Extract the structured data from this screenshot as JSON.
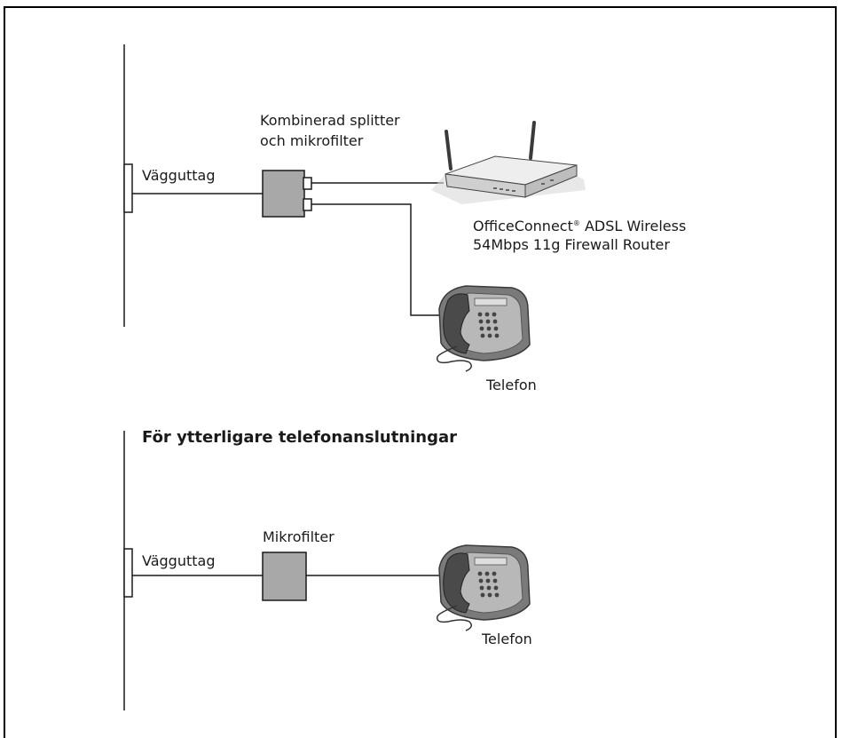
{
  "top_section": {
    "wall_outlet_label": "Vägguttag",
    "splitter_label_line1": "Kombinerad splitter",
    "splitter_label_line2": "och mikrofilter",
    "router_label_line1_brand": "OfficeConnect",
    "router_label_line1_mark": "®",
    "router_label_line1_rest": " ADSL Wireless",
    "router_label_line2": "54Mbps 11g Firewall Router",
    "phone_label": "Telefon"
  },
  "bottom_section": {
    "heading": "För ytterligare telefonanslutningar",
    "wall_outlet_label": "Vägguttag",
    "microfilter_label": "Mikrofilter",
    "phone_label": "Telefon"
  },
  "colors": {
    "device_fill": "#a8a8a8",
    "line": "#1a1a1a",
    "phone_dark": "#4a4a4a",
    "router_body": "#e6e6e6"
  }
}
